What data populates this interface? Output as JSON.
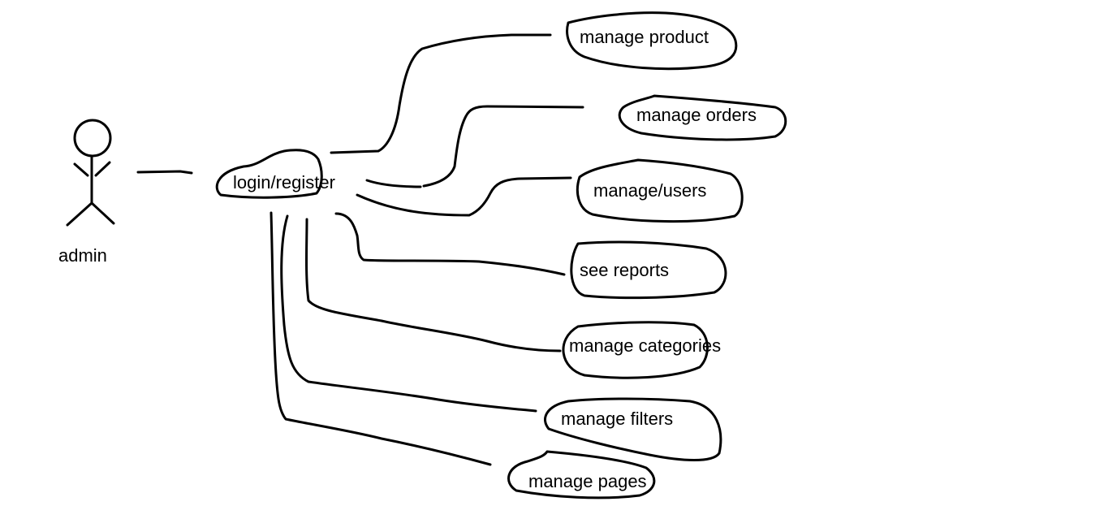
{
  "actor": {
    "label": "admin"
  },
  "hub": {
    "label": "login/register"
  },
  "use_cases": [
    {
      "label": "manage product"
    },
    {
      "label": "manage orders"
    },
    {
      "label": "manage/users"
    },
    {
      "label": "see reports"
    },
    {
      "label": "manage categories"
    },
    {
      "label": "manage filters"
    },
    {
      "label": "manage pages"
    }
  ],
  "colors": {
    "stroke": "#000000",
    "background": "#ffffff"
  }
}
